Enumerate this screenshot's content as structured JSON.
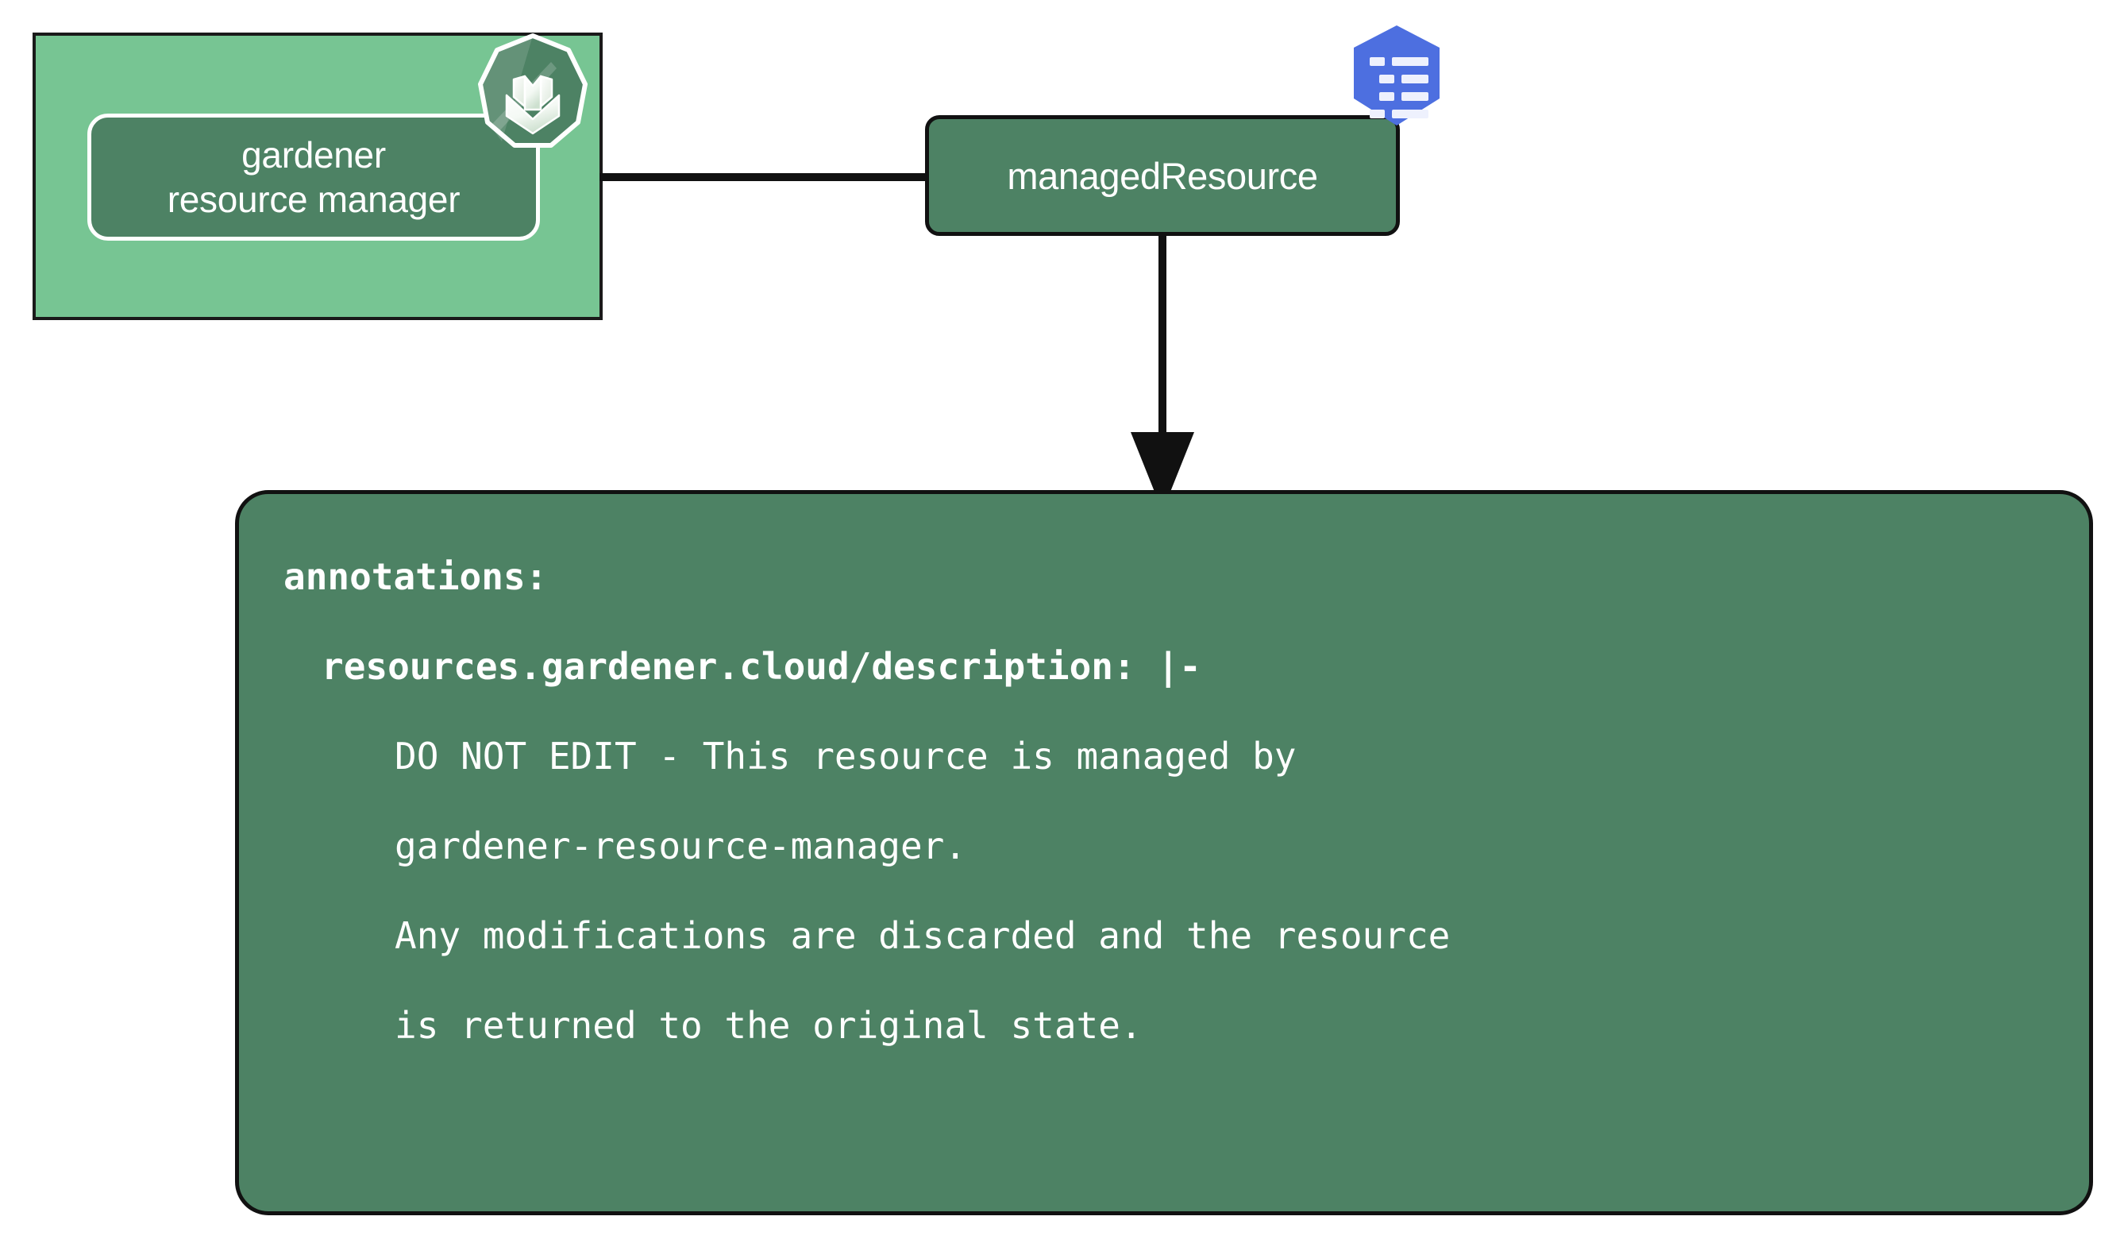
{
  "diagram": {
    "type": "flow-diagram",
    "title": "gardener managedResource annotation flow",
    "colors": {
      "group_fill": "#77c593",
      "node_fill": "#4d8264",
      "node_text": "#ffffff",
      "outline": "#111111",
      "k8s_blue": "#4d6fe0",
      "canvas": "#ffffff"
    }
  },
  "group_box": {
    "name": "gardener-group",
    "node": {
      "icon": "gardener-logo-icon",
      "label_lines": [
        "gardener",
        "resource manager"
      ]
    }
  },
  "managed_resource": {
    "label": "managedResource",
    "icon": "kubernetes-configmap-icon"
  },
  "connectors": [
    {
      "name": "grm-to-managedresource",
      "from": "gardener resource manager",
      "to": "managedResource",
      "style": "solid",
      "arrow": false
    },
    {
      "name": "managedresource-to-annotations",
      "from": "managedResource",
      "to": "annotations",
      "style": "solid",
      "arrow": true
    }
  ],
  "annotation_panel": {
    "name": "annotations-yaml",
    "lines": [
      {
        "text": "annotations:",
        "indent": 0,
        "weight": "bold"
      },
      {
        "text": "resources.gardener.cloud/description: |-",
        "indent": 1,
        "weight": "bold"
      },
      {
        "text": "DO NOT EDIT - This resource is managed by",
        "indent": 2,
        "weight": "normal"
      },
      {
        "text": "gardener-resource-manager.",
        "indent": 2,
        "weight": "normal"
      },
      {
        "text": "Any modifications are discarded and the resource",
        "indent": 2,
        "weight": "normal"
      },
      {
        "text": "is returned to the original state.",
        "indent": 2,
        "weight": "normal"
      }
    ]
  }
}
